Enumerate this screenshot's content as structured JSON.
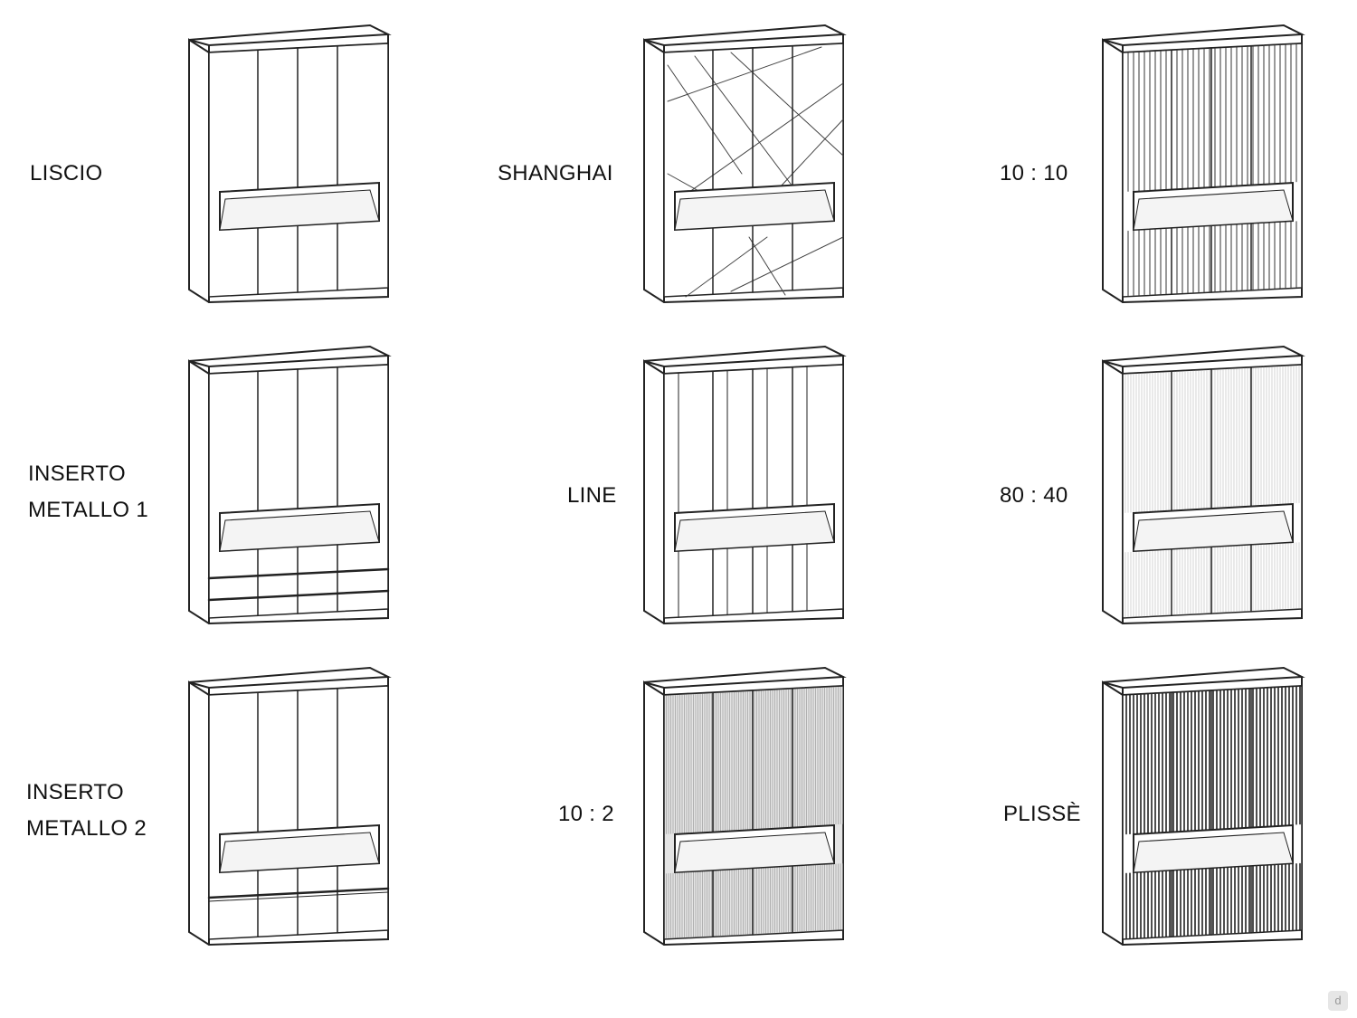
{
  "finishes": [
    {
      "id": "liscio",
      "lines": [
        "LISCIO"
      ],
      "pattern": "plain"
    },
    {
      "id": "shanghai",
      "lines": [
        "SHANGHAI"
      ],
      "pattern": "shanghai"
    },
    {
      "id": "10-10",
      "lines": [
        "10 : 10"
      ],
      "pattern": "stripes-wide"
    },
    {
      "id": "inserto-1",
      "lines": [
        "INSERTO",
        "METALLO 1"
      ],
      "pattern": "metal-grid"
    },
    {
      "id": "line",
      "lines": [
        "LINE"
      ],
      "pattern": "line"
    },
    {
      "id": "80-40",
      "lines": [
        "80 : 40"
      ],
      "pattern": "fine-light"
    },
    {
      "id": "inserto-2",
      "lines": [
        "INSERTO",
        "METALLO 2"
      ],
      "pattern": "metal-band"
    },
    {
      "id": "10-2",
      "lines": [
        "10 : 2"
      ],
      "pattern": "fine-grey"
    },
    {
      "id": "plisse",
      "lines": [
        "PLISSÈ"
      ],
      "pattern": "plisse"
    }
  ],
  "watermark": "d"
}
